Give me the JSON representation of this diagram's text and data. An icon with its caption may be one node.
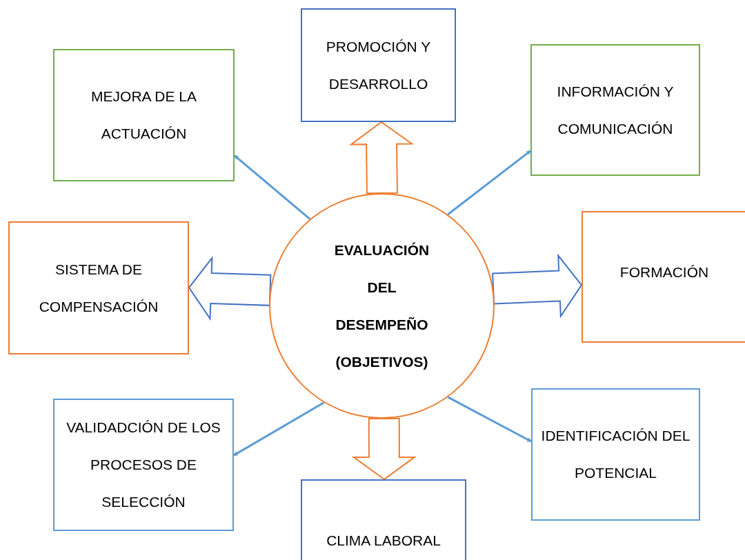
{
  "diagram": {
    "nodes": [
      {
        "text": [
          "EVALUACIÓN DEL DESEMPEÑO (OBJETIVOS)"
        ]
      },
      {
        "text": [
          "MEJORA DE LA ACTUACIÓN"
        ]
      },
      {
        "text": [
          "PROMOCIÓN Y DESARROLLO"
        ]
      },
      {
        "text": [
          "INFORMACIÓN Y COMUNICACIÓN"
        ]
      },
      {
        "text": [
          "SISTEMA DE COMPENSACIÓN"
        ]
      },
      {
        "text": [
          "FORMACIÓN"
        ]
      },
      {
        "text": [
          "VALIDADCIÓN DE LOS PROCESOS DE SELECCIÓN"
        ]
      },
      {
        "text": [
          "CLIMA LABORAL"
        ]
      },
      {
        "text": [
          "IDENTIFICACIÓN DEL POTENCIAL"
        ]
      }
    ],
    "edges": [
      {
        "from": 0,
        "to": 1,
        "arrow": "to"
      },
      {
        "from": 0,
        "to": 2,
        "arrow": "to",
        "style": "thick",
        "color": "#ed7d31"
      },
      {
        "from": 0,
        "to": 3,
        "arrow": "to"
      },
      {
        "from": 0,
        "to": 4,
        "arrow": "to",
        "style": "thick",
        "color": "#4472c4"
      },
      {
        "from": 0,
        "to": 5,
        "arrow": "to",
        "style": "thick",
        "color": "#4472c4"
      },
      {
        "from": 0,
        "to": 6,
        "arrow": "to"
      },
      {
        "from": 0,
        "to": 7,
        "arrow": "to",
        "style": "thick",
        "color": "#ed7d31"
      },
      {
        "from": 0,
        "to": 8,
        "arrow": "to"
      }
    ]
  }
}
